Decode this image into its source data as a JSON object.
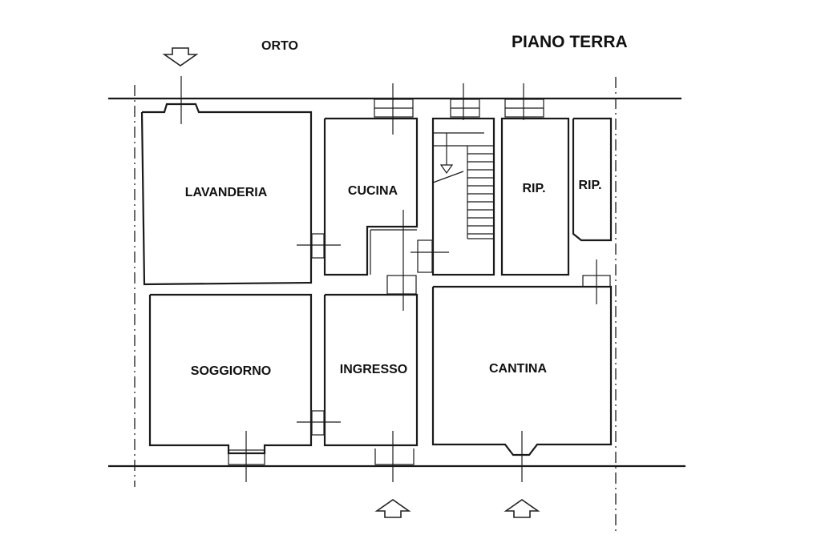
{
  "plan": {
    "title": "PIANO TERRA",
    "garden_label": "ORTO",
    "rooms": {
      "lavanderia": "LAVANDERIA",
      "cucina": "CUCINA",
      "rip1": "RIP.",
      "rip2": "RIP.",
      "soggiorno": "SOGGIORNO",
      "ingresso": "INGRESSO",
      "cantina": "CANTINA"
    }
  }
}
